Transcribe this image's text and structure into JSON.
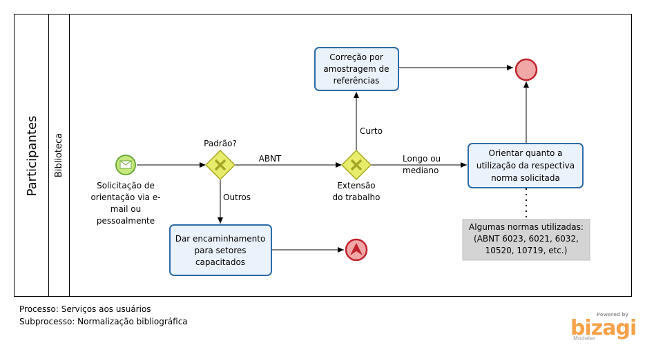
{
  "pool": {
    "label": "Participantes"
  },
  "lane": {
    "label": "Biblioteca"
  },
  "events": {
    "start_label": [
      "Solicitação de",
      "orientação via e-",
      "mail ou",
      "pessoalmente"
    ]
  },
  "gateways": {
    "g1_label": "Padrão?",
    "g2_label": [
      "Extensão",
      "do trabalho"
    ]
  },
  "flows": {
    "abnt": "ABNT",
    "outros": "Outros",
    "curto": "Curto",
    "longo": [
      "Longo ou",
      "mediano"
    ]
  },
  "tasks": {
    "correcao": [
      "Correção por",
      "amostragem de",
      "referências"
    ],
    "orientar": [
      "Orientar quanto a",
      "utilização da respectiva",
      "norma solicitada"
    ],
    "dar": [
      "Dar encaminhamento",
      "para setores",
      "capacitados"
    ]
  },
  "annotation": {
    "lines": [
      "Algumas normas utilizadas:",
      "(ABNT 6023, 6021, 6032,",
      "10520, 10719, etc.)"
    ]
  },
  "footer": {
    "processo": "Processo: Serviços aos usuários",
    "subprocesso": "Subprocesso: Normalização bibliográfica"
  },
  "branding": {
    "powered": "Powered by",
    "logo": "bizagi",
    "modeler": "Modeler"
  },
  "colors": {
    "task_fill": "#eaf2fb",
    "task_stroke": "#2d6aa9",
    "gateway_fill": "#e8ec6b",
    "gateway_stroke": "#a3a824",
    "start_fill": "#c6e87e",
    "start_stroke": "#6ca83a",
    "end_fill": "#f2a7a7",
    "end_stroke": "#c0232c",
    "annotation_fill": "#d4d4d4"
  }
}
